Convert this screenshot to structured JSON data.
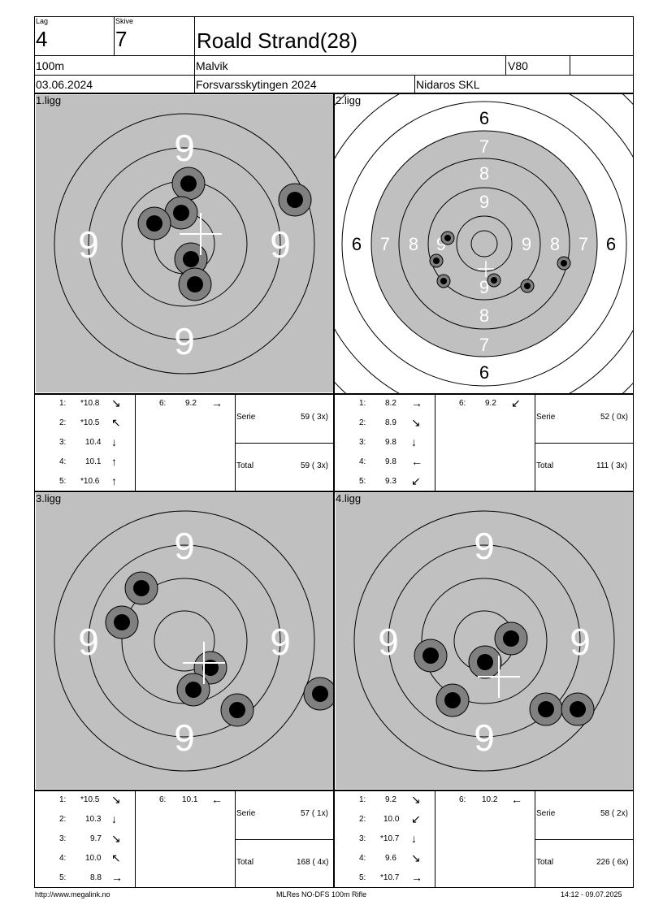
{
  "header": {
    "lag_label": "Lag",
    "lag": "4",
    "skive_label": "Skive",
    "skive": "7",
    "name": "Roald Strand(28)",
    "distance": "100m",
    "club": "Malvik",
    "class": "V80",
    "date": "03.06.2024",
    "event": "Forsvarsskytingen 2024",
    "organizer": "Nidaros SKL"
  },
  "panels": [
    {
      "label": "1.ligg",
      "series": [
        {
          "n": "1:",
          "v": "*10.8",
          "arrow": "↘"
        },
        {
          "n": "2:",
          "v": "*10.5",
          "arrow": "↖"
        },
        {
          "n": "3:",
          "v": "10.4",
          "arrow": "↓"
        },
        {
          "n": "4:",
          "v": "10.1",
          "arrow": "↑"
        },
        {
          "n": "5:",
          "v": "*10.6",
          "arrow": "↑"
        },
        {
          "n": "6:",
          "v": "9.2",
          "arrow": "→"
        }
      ],
      "serie_label": "Serie",
      "serie": "59 ( 3x)",
      "total_label": "Total",
      "total": "59 ( 3x)"
    },
    {
      "label": "2.ligg",
      "series": [
        {
          "n": "1:",
          "v": "8.2",
          "arrow": "→"
        },
        {
          "n": "2:",
          "v": "8.9",
          "arrow": "↘"
        },
        {
          "n": "3:",
          "v": "9.8",
          "arrow": "↓"
        },
        {
          "n": "4:",
          "v": "9.8",
          "arrow": "←"
        },
        {
          "n": "5:",
          "v": "9.3",
          "arrow": "↙"
        },
        {
          "n": "6:",
          "v": "9.2",
          "arrow": "↙"
        }
      ],
      "serie_label": "Serie",
      "serie": "52 ( 0x)",
      "total_label": "Total",
      "total": "111 ( 3x)"
    },
    {
      "label": "3.ligg",
      "series": [
        {
          "n": "1:",
          "v": "*10.5",
          "arrow": "↘"
        },
        {
          "n": "2:",
          "v": "10.3",
          "arrow": "↓"
        },
        {
          "n": "3:",
          "v": "9.7",
          "arrow": "↘"
        },
        {
          "n": "4:",
          "v": "10.0",
          "arrow": "↖"
        },
        {
          "n": "5:",
          "v": "8.8",
          "arrow": "→"
        },
        {
          "n": "6:",
          "v": "10.1",
          "arrow": "←"
        }
      ],
      "serie_label": "Serie",
      "serie": "57 ( 1x)",
      "total_label": "Total",
      "total": "168 ( 4x)"
    },
    {
      "label": "4.ligg",
      "series": [
        {
          "n": "1:",
          "v": "9.2",
          "arrow": "↘"
        },
        {
          "n": "2:",
          "v": "10.0",
          "arrow": "↙"
        },
        {
          "n": "3:",
          "v": "*10.7",
          "arrow": "↓"
        },
        {
          "n": "4:",
          "v": "9.6",
          "arrow": "↘"
        },
        {
          "n": "5:",
          "v": "*10.7",
          "arrow": "→"
        },
        {
          "n": "6:",
          "v": "10.2",
          "arrow": "←"
        }
      ],
      "serie_label": "Serie",
      "serie": "58 ( 2x)",
      "total_label": "Total",
      "total": "226 ( 6x)"
    }
  ],
  "targets": {
    "zoom_ring_labels": [
      "9",
      "9",
      "9",
      "9"
    ],
    "full_ring_labels": {
      "six": "6",
      "seven": "7",
      "eight": "8",
      "nine": "9"
    }
  },
  "footer": {
    "url": "http://www.megalink.no",
    "program": "MLRes NO-DFS 100m Rifle",
    "timestamp": "14:12 - 09.07.2025"
  },
  "colors": {
    "target_grey": "#c0c0c0",
    "hole_grey": "#808080",
    "hole_black": "#000000",
    "cross": "#ffffff"
  }
}
